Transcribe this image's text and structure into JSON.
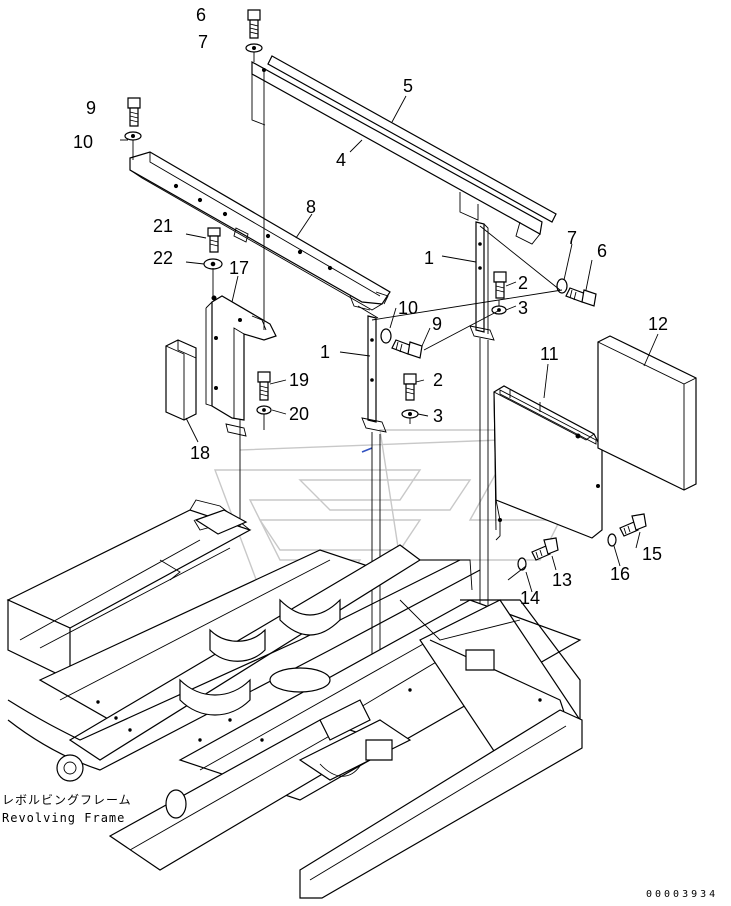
{
  "diagram": {
    "callouts": [
      {
        "id": "c6a",
        "label": "6"
      },
      {
        "id": "c7a",
        "label": "7"
      },
      {
        "id": "c5",
        "label": "5"
      },
      {
        "id": "c4",
        "label": "4"
      },
      {
        "id": "c9a",
        "label": "9"
      },
      {
        "id": "c10a",
        "label": "10"
      },
      {
        "id": "c8",
        "label": "8"
      },
      {
        "id": "c21",
        "label": "21"
      },
      {
        "id": "c22",
        "label": "22"
      },
      {
        "id": "c17",
        "label": "17"
      },
      {
        "id": "c1a",
        "label": "1"
      },
      {
        "id": "c7b",
        "label": "7"
      },
      {
        "id": "c6b",
        "label": "6"
      },
      {
        "id": "c2a",
        "label": "2"
      },
      {
        "id": "c3a",
        "label": "3"
      },
      {
        "id": "c10b",
        "label": "10"
      },
      {
        "id": "c9b",
        "label": "9"
      },
      {
        "id": "c1b",
        "label": "1"
      },
      {
        "id": "c12",
        "label": "12"
      },
      {
        "id": "c11",
        "label": "11"
      },
      {
        "id": "c19",
        "label": "19"
      },
      {
        "id": "c2b",
        "label": "2"
      },
      {
        "id": "c20",
        "label": "20"
      },
      {
        "id": "c3b",
        "label": "3"
      },
      {
        "id": "c18",
        "label": "18"
      },
      {
        "id": "c15",
        "label": "15"
      },
      {
        "id": "c16",
        "label": "16"
      },
      {
        "id": "c13",
        "label": "13"
      },
      {
        "id": "c14",
        "label": "14"
      }
    ],
    "frame_caption_jp": "レボルビングフレーム",
    "frame_caption_en": "Revolving Frame",
    "drawing_number": "00003934"
  }
}
